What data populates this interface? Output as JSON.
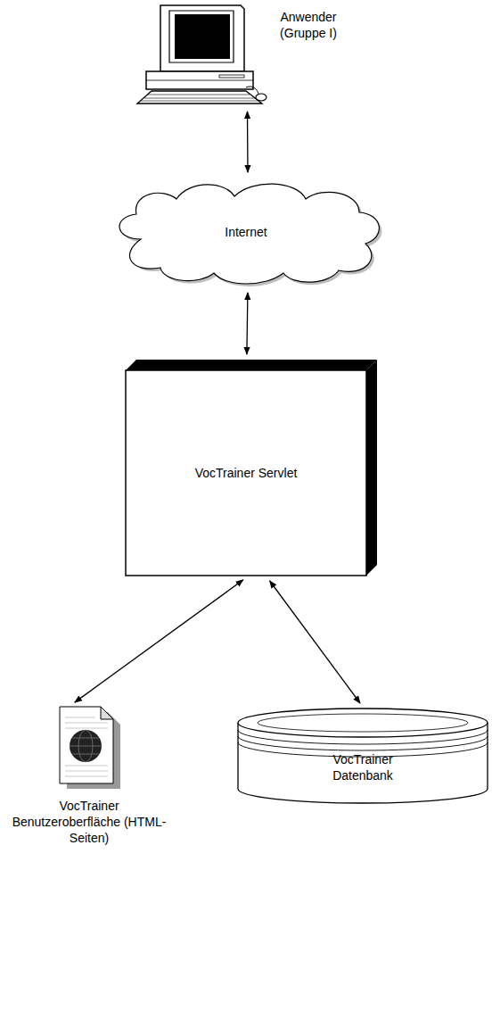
{
  "diagram": {
    "nodes": [
      {
        "text": [
          "Anwender (Gruppe I)"
        ]
      },
      {
        "text": [
          "Internet"
        ]
      },
      {
        "text": [
          "VocTrainer Servlet"
        ]
      },
      {
        "text": [
          "VocTrainer Benutzeroberfläche (HTML-Seiten)"
        ]
      },
      {
        "text": [
          "VocTrainer Datenbank"
        ]
      }
    ],
    "edges": [
      {
        "from": 0,
        "to": 1,
        "arrow": "both"
      },
      {
        "from": 1,
        "to": 2,
        "arrow": "both"
      },
      {
        "from": 2,
        "to": 3,
        "arrow": "both"
      },
      {
        "from": 2,
        "to": 4,
        "arrow": "both"
      }
    ]
  }
}
